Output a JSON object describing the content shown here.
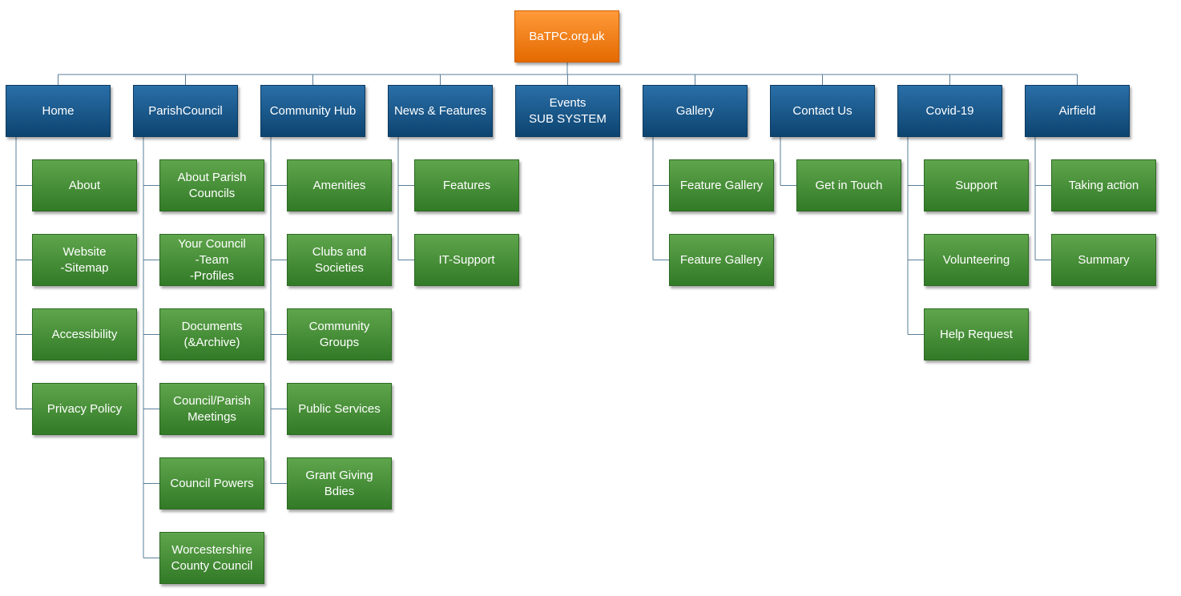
{
  "root": {
    "label": "BaTPC.org.uk"
  },
  "categories": [
    {
      "label": "Home",
      "children": [
        "About",
        "Website\n-Sitemap",
        "Accessibility",
        "Privacy Policy"
      ]
    },
    {
      "label": "ParishCouncil",
      "children": [
        "About Parish\nCouncils",
        "Your Council\n-Team\n-Profiles",
        "Documents\n(&Archive)",
        "Council/Parish\nMeetings",
        "Council Powers",
        "Worcestershire\nCounty Council"
      ]
    },
    {
      "label": "Community Hub",
      "children": [
        "Amenities",
        "Clubs and\nSocieties",
        "Community\nGroups",
        "Public Services",
        "Grant Giving\nBdies"
      ]
    },
    {
      "label": "News & Features",
      "children": [
        "Features",
        "IT-Support"
      ]
    },
    {
      "label": "Events\nSUB SYSTEM",
      "children": []
    },
    {
      "label": "Gallery",
      "children": [
        "Feature Gallery",
        "Feature Gallery"
      ]
    },
    {
      "label": "Contact Us",
      "children": [
        "Get in Touch"
      ]
    },
    {
      "label": "Covid-19",
      "children": [
        "Support",
        "Volunteering",
        "Help Request"
      ]
    },
    {
      "label": "Airfield",
      "children": [
        "Taking action",
        "Summary"
      ]
    }
  ],
  "colors": {
    "root": "#f07d10",
    "category": "#1a5a8c",
    "page": "#4a8f3c",
    "connector": "#5a7f99"
  }
}
